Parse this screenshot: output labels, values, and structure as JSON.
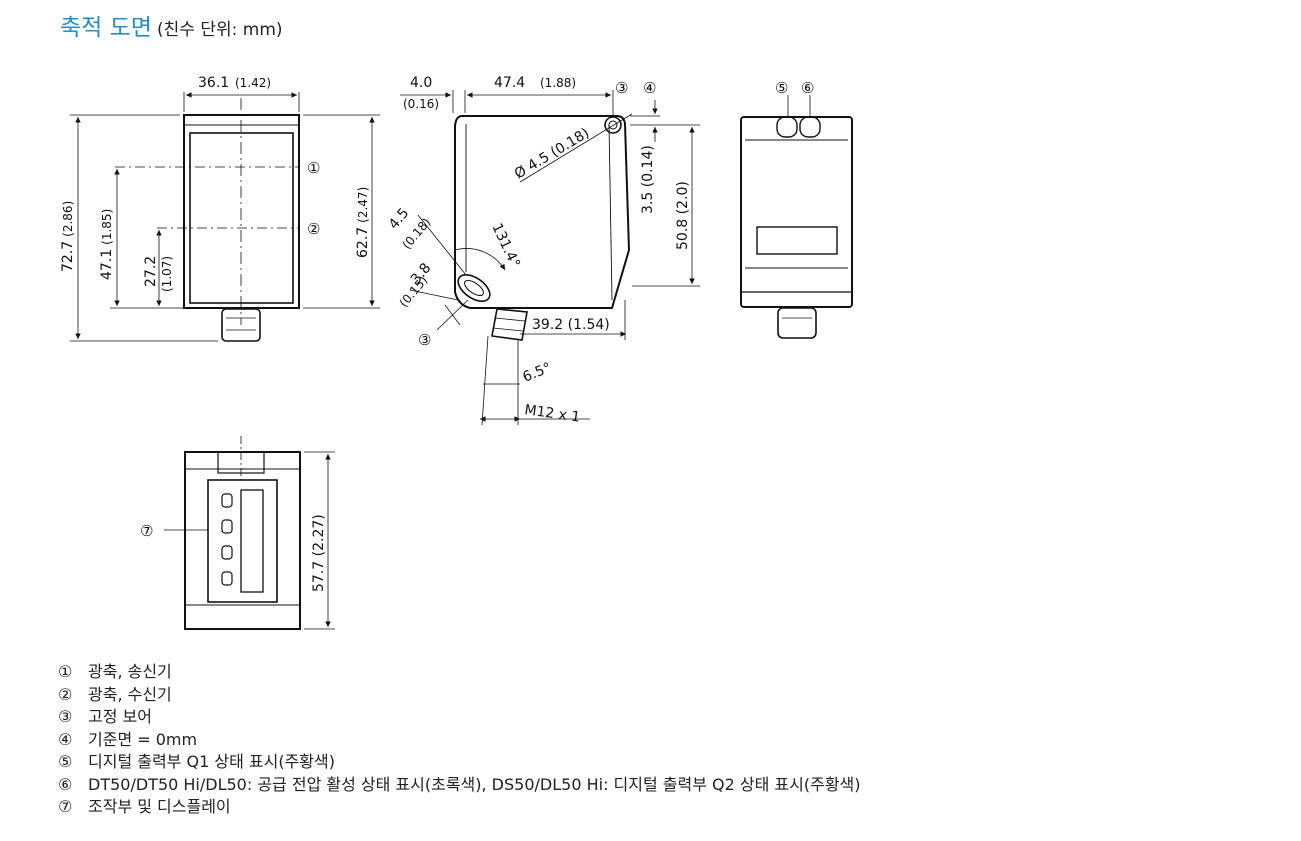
{
  "title": {
    "main": "축적 도면",
    "sub": "(친수 단위: mm)"
  },
  "front_view": {
    "width_label": "36.1",
    "width_inch": "(1.42)",
    "height_label": "72.7",
    "height_inch": "(2.86)",
    "axis1_height": "47.1",
    "axis1_inch": "(1.85)",
    "axis2_height": "27.2",
    "axis2_inch": "(1.07)",
    "body_height": "62.7",
    "body_inch": "(2.47)",
    "marker1": "①",
    "marker2": "②"
  },
  "side_view": {
    "offset_label": "4.0",
    "offset_inch": "(0.16)",
    "width_label": "47.4",
    "width_inch": "(1.88)",
    "hole_dia": "Ø 4.5 (0.18)",
    "hole_offset": "3.5 (0.14)",
    "ref_height": "50.8 (2.0)",
    "slot_w1": "4.5",
    "slot_w1_inch": "(0.18)",
    "slot_w2": "3.8",
    "slot_w2_inch": "(0.15)",
    "angle": "131.4°",
    "base_width": "39.2 (1.54)",
    "tilt": "6.5°",
    "thread": "M12 x 1",
    "marker3_top": "③",
    "marker4": "④",
    "marker3_side": "③"
  },
  "rear_view": {
    "marker5": "⑤",
    "marker6": "⑥"
  },
  "bottom_view": {
    "height_label": "57.7 (2.27)",
    "marker7": "⑦"
  },
  "legend": [
    {
      "num": "①",
      "text": "광축, 송신기"
    },
    {
      "num": "②",
      "text": "광축, 수신기"
    },
    {
      "num": "③",
      "text": "고정 보어"
    },
    {
      "num": "④",
      "text": "기준면 = 0mm"
    },
    {
      "num": "⑤",
      "text": "디지털 출력부 Q1 상태 표시(주황색)"
    },
    {
      "num": "⑥",
      "text": "DT50/DT50 Hi/DL50: 공급 전압 활성 상태 표시(초록색), DS50/DL50 Hi: 디지털 출력부 Q2 상태 표시(주황색)"
    },
    {
      "num": "⑦",
      "text": "조작부 및 디스플레이"
    }
  ]
}
